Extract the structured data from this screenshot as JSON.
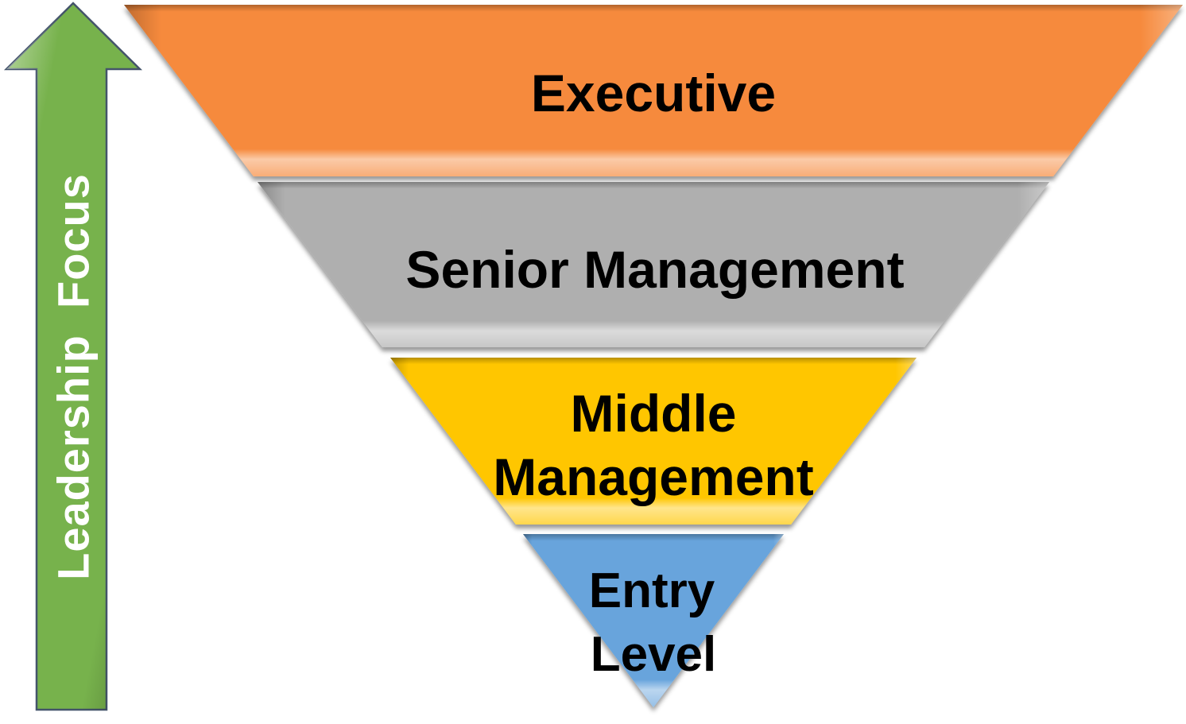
{
  "diagram": {
    "background": "#FFFFFF",
    "arrow": {
      "label": "Leadership  Focus",
      "fill": "#77B24C",
      "outline": "#44546A",
      "label_color": "#FFFFFF"
    },
    "levels": [
      {
        "label": "Executive",
        "lines": [
          "Executive"
        ],
        "color": "#F68A3D",
        "text_color": "#000000"
      },
      {
        "label": "Senior Management",
        "lines": [
          "Senior Management"
        ],
        "color": "#AFAFAF",
        "text_color": "#000000"
      },
      {
        "label": "Middle Management",
        "lines": [
          "Middle",
          "Management"
        ],
        "color": "#FFC600",
        "text_color": "#000000"
      },
      {
        "label": "Entry Level",
        "lines": [
          "Entry",
          "Level"
        ],
        "color": "#67A4DC",
        "text_color": "#000000"
      }
    ]
  }
}
